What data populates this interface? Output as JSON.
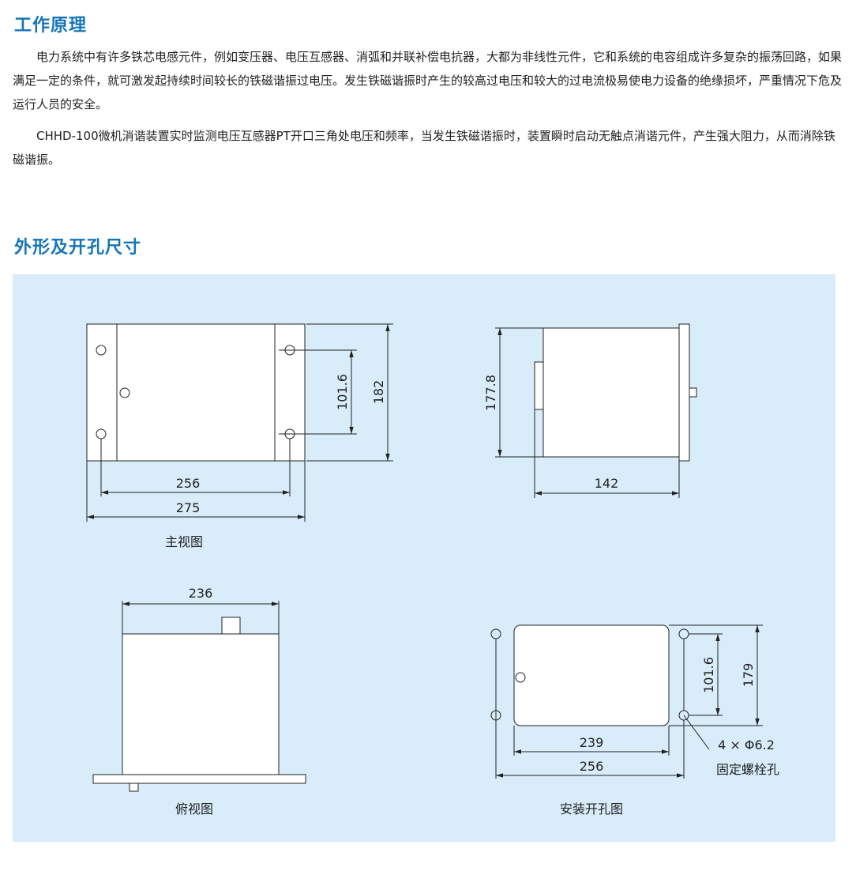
{
  "section1": {
    "title": "工作原理",
    "paragraph1": "电力系统中有许多铁芯电感元件，例如变压器、电压互感器、消弧和并联补偿电抗器，大都为非线性元件，它和系统的电容组成许多复杂的振荡回路，如果满足一定的条件，就可激发起持续时间较长的铁磁谐振过电压。发生铁磁谐振时产生的较高过电压和较大的过电流极易使电力设备的绝缘损坏，严重情况下危及运行人员的安全。",
    "paragraph2": "CHHD-100微机消谐装置实时监测电压互感器PT开口三角处电压和频率，当发生铁磁谐振时，装置瞬时启动无触点消谐元件，产生强大阻力，从而消除铁磁谐振。"
  },
  "section2": {
    "title": "外形及开孔尺寸"
  },
  "drawings": {
    "front_view": {
      "caption": "主视图",
      "dim_hole_v": "101.6",
      "dim_height": "182",
      "dim_hole_h": "256",
      "dim_width": "275"
    },
    "side_view": {
      "dim_height": "177.8",
      "dim_depth": "142"
    },
    "top_view": {
      "caption": "俯视图",
      "dim_width": "236"
    },
    "cutout_view": {
      "caption": "安装开孔图",
      "dim_hole_v": "101.6",
      "dim_height": "179",
      "dim_cut_w": "239",
      "dim_hole_h": "256",
      "bolt_note": "4 × Φ6.2",
      "bolt_label": "固定螺栓孔"
    }
  }
}
